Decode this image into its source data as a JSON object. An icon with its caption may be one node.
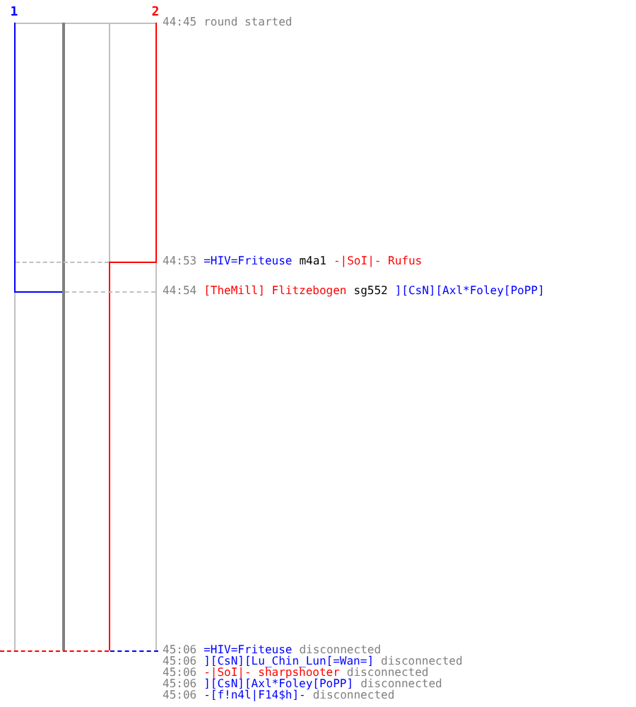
{
  "diagram": {
    "labels": [
      "1",
      "2",
      "44:45",
      "round started",
      "44:53",
      "=HIV=Friteuse",
      "m4a1",
      "-|SoI|- Rufus",
      "44:54",
      "[TheMill] Flitzebogen",
      "sg552",
      "][CsN][Axl*Foley[PoPP]",
      "45:06",
      "=HIV=Friteuse",
      "disconnected",
      "45:06",
      "][CsN][Lu_Chin_Lun[=Wan=]",
      "disconnected",
      "45:06",
      "-|SoI|- sharpshooter",
      "disconnected",
      "45:06",
      "][CsN][Axl*Foley[PoPP]",
      "disconnected",
      "45:06",
      "-[f!n4l|F14$h]-",
      "disconnected"
    ]
  }
}
